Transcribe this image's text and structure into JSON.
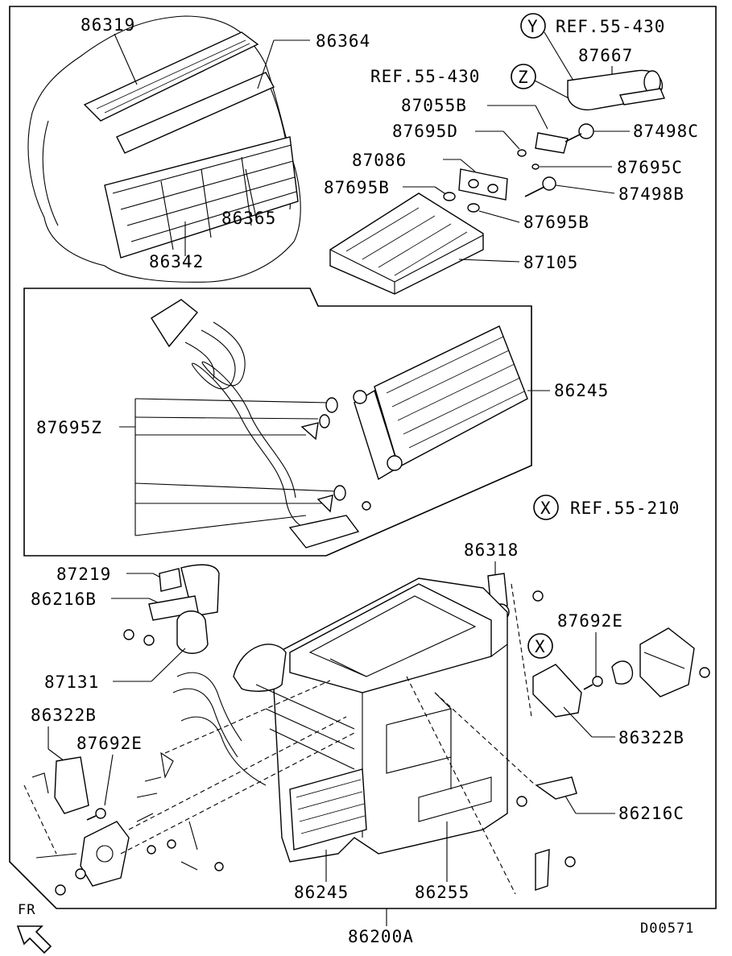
{
  "diagram": {
    "labels": {
      "p86319": "86319",
      "p86364": "86364",
      "p86365": "86365",
      "p86342": "86342",
      "p87667": "87667",
      "p87055B": "87055B",
      "p87695D": "87695D",
      "p87498C": "87498C",
      "p87086": "87086",
      "p87695C": "87695C",
      "p87695B_left": "87695B",
      "p87498B": "87498B",
      "p87695B_right": "87695B",
      "p87105": "87105",
      "p86245_top": "86245",
      "p87695Z": "87695Z",
      "p87219": "87219",
      "p86216B": "86216B",
      "p87131": "87131",
      "p86322B_left": "86322B",
      "p87692E_left": "87692E",
      "p86318": "86318",
      "p87692E_right": "87692E",
      "p86322B_right": "86322B",
      "p86216C": "86216C",
      "p86245_bottom": "86245",
      "p86255": "86255",
      "p86200A": "86200A"
    },
    "refs": {
      "y_letter": "Y",
      "y_text": "REF.55-430",
      "z_letter": "Z",
      "z_text": "REF.55-430",
      "x_letter": "X",
      "x_text": "REF.55-210",
      "x_mark": "X"
    },
    "orientation": "FR",
    "code": "D00571"
  }
}
